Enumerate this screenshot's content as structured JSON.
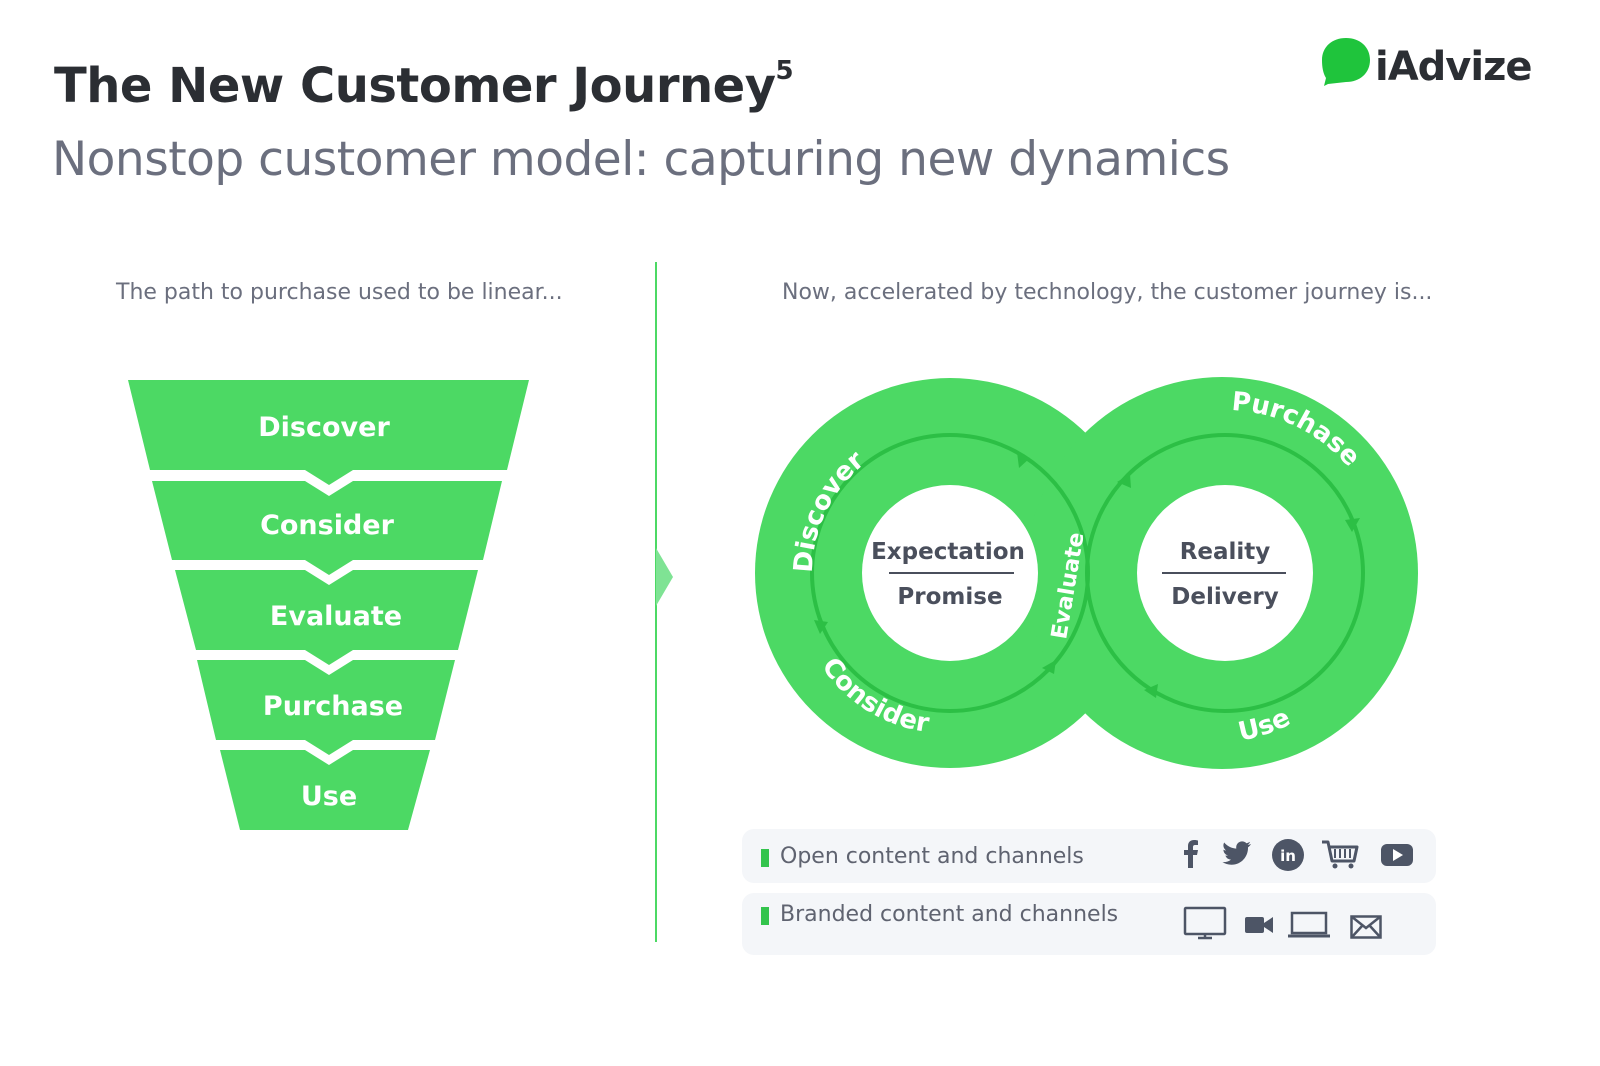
{
  "header": {
    "title": "The New Customer Journey",
    "title_sup": "5",
    "subtitle": "Nonstop customer model: capturing new dynamics",
    "logo_text": "iAdvize"
  },
  "left": {
    "caption": "The path to purchase used to be linear...",
    "funnel_steps": [
      "Discover",
      "Consider",
      "Evaluate",
      "Purchase",
      "Use"
    ]
  },
  "right": {
    "caption": "Now, accelerated by technology, the customer journey is...",
    "loop_labels": {
      "discover": "Discover",
      "consider": "Consider",
      "evaluate": "Evaluate",
      "purchase": "Purchase",
      "use": "Use"
    },
    "left_center": {
      "top": "Expectation",
      "bottom": "Promise"
    },
    "right_center": {
      "top": "Reality",
      "bottom": "Delivery"
    }
  },
  "channels": {
    "open": {
      "label": "Open content and channels",
      "icons": [
        "facebook-icon",
        "twitter-icon",
        "linkedin-icon",
        "shopping-cart-icon",
        "youtube-icon"
      ]
    },
    "branded": {
      "label": "Branded content and channels",
      "icons": [
        "monitor-icon",
        "video-camera-icon",
        "laptop-icon",
        "envelope-icon"
      ]
    }
  },
  "colors": {
    "green": "#4cd964",
    "dark_green": "#27b840",
    "title": "#2b2e33",
    "subtitle": "#6b6f7e",
    "icon": "#4d5566"
  }
}
